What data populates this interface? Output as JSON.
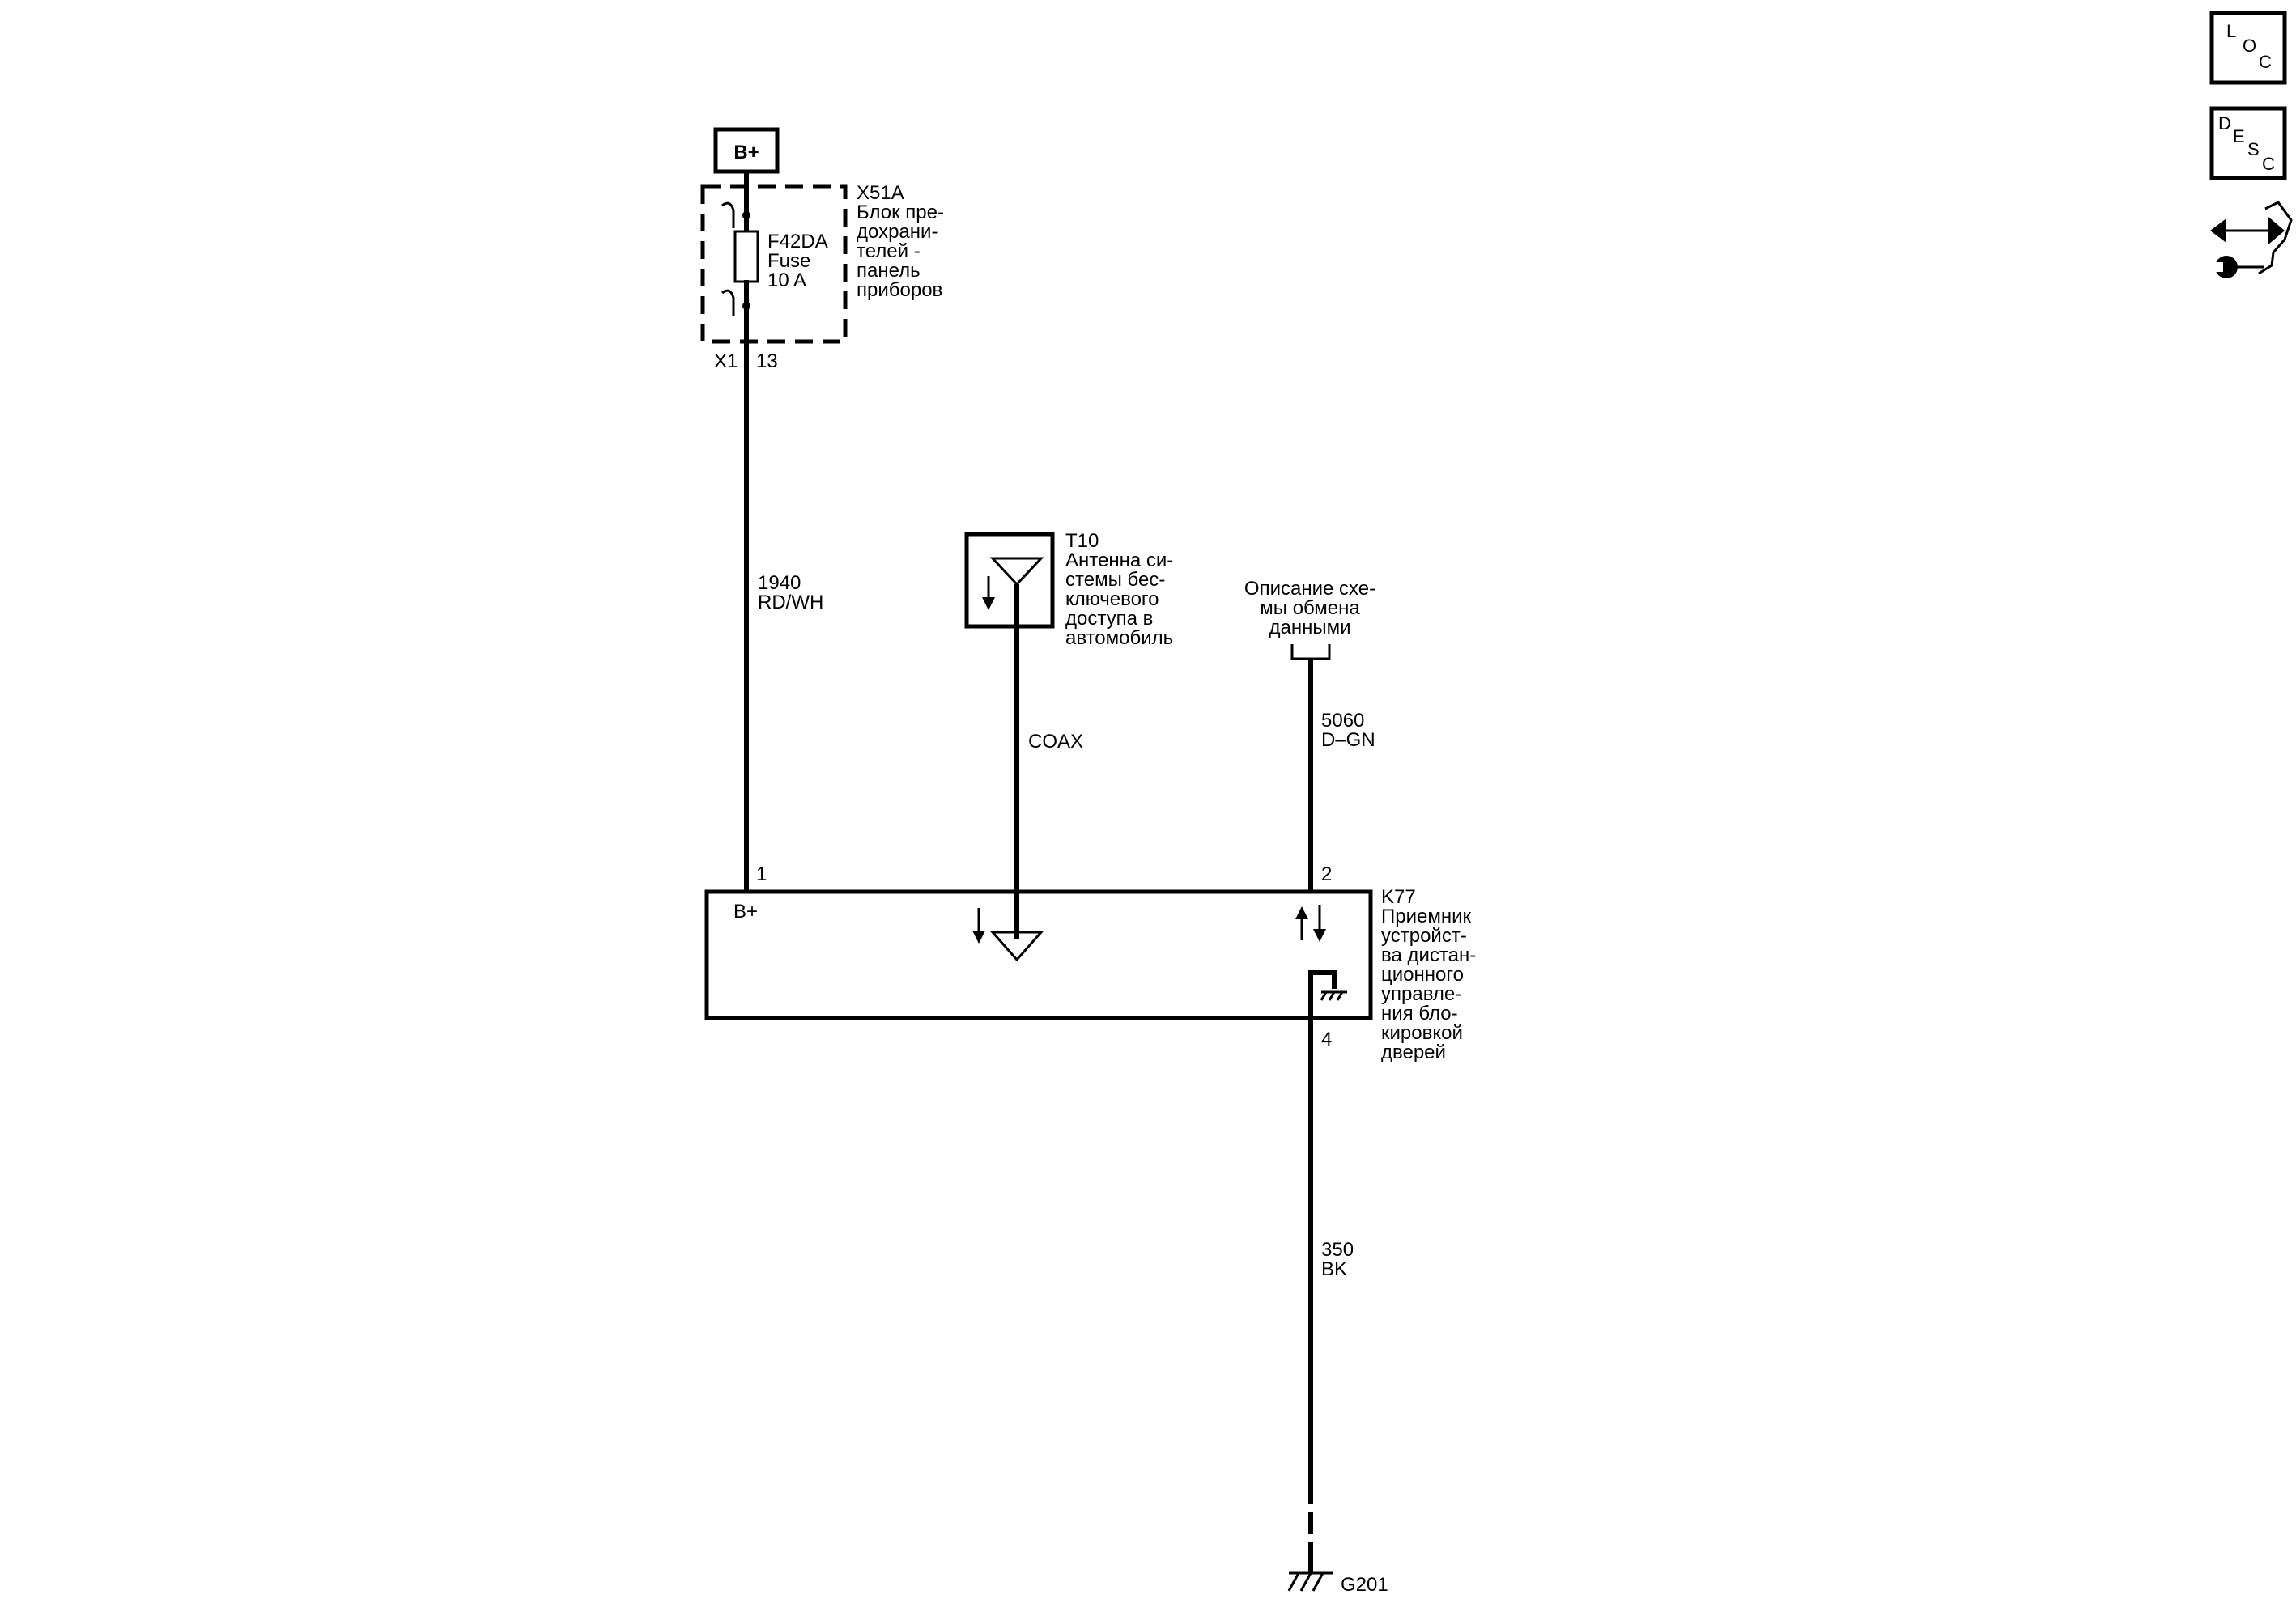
{
  "power_source": {
    "label": "B+"
  },
  "fuse_block": {
    "id": "X51A",
    "name_lines": [
      "Блок пре-",
      "дохрани-",
      "телей -",
      "панель",
      "приборов"
    ],
    "fuse_lines": [
      "F42DA",
      "Fuse",
      "10 A"
    ],
    "connector": "X1",
    "pin": "13"
  },
  "wires": {
    "power": {
      "circuit": "1940",
      "color": "RD/WH"
    },
    "antenna": {
      "label": "COAX"
    },
    "data": {
      "circuit": "5060",
      "color": "D–GN"
    },
    "ground": {
      "circuit": "350",
      "color": "BK"
    }
  },
  "antenna": {
    "id": "T10",
    "name_lines": [
      "Антенна си-",
      "стемы бес-",
      "ключевого",
      "доступа в",
      "автомобиль"
    ]
  },
  "data_reference": {
    "lines": [
      "Описание схе-",
      "мы обмена",
      "данными"
    ]
  },
  "receiver": {
    "id": "K77",
    "name_lines": [
      "Приемник",
      "устройст-",
      "ва дистан-",
      "ционного",
      "управле-",
      "ния бло-",
      "кировкой",
      "дверей"
    ],
    "supply_label": "B+",
    "pins": {
      "power": "1",
      "data": "2",
      "ground": "4"
    }
  },
  "ground_point": {
    "id": "G201"
  },
  "nav": {
    "loc": [
      "L",
      "O",
      "C"
    ],
    "desc": [
      "D",
      "E",
      "S",
      "C"
    ]
  }
}
